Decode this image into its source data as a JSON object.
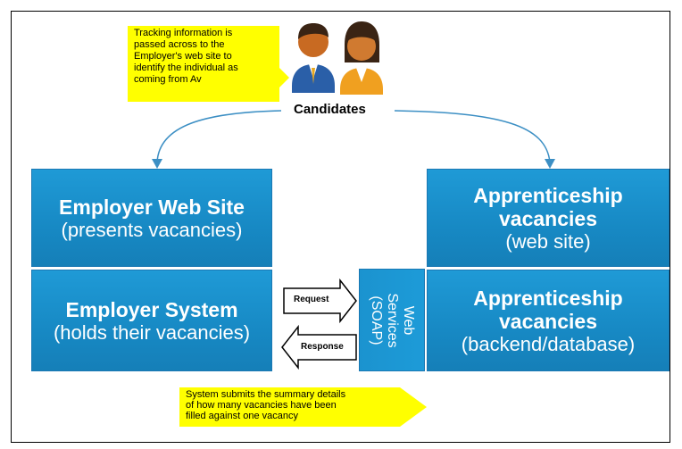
{
  "notes": {
    "tracking": [
      "Tracking information is",
      "passed across to the",
      "Employer's web site to",
      "identify the individual  as",
      "coming from Av"
    ],
    "summary": [
      "System submits the summary details",
      "of how many vacancies have been",
      "filled against one vacancy"
    ]
  },
  "candidates": "Candidates",
  "boxes": {
    "employer_web": {
      "title": "Employer Web Site",
      "subtitle": "(presents vacancies)"
    },
    "employer_system": {
      "title": "Employer System",
      "subtitle": "(holds their vacancies)"
    },
    "appr_web": {
      "title_1": "Apprenticeship",
      "title_2": "vacancies",
      "subtitle": "(web site)"
    },
    "appr_backend": {
      "title_1": "Apprenticeship",
      "title_2": "vacancies",
      "subtitle": "(backend/database)"
    }
  },
  "web_services": {
    "line1": "Web",
    "line2": "Services",
    "line3": "(SOAP)"
  },
  "arrows": {
    "request": "Request",
    "response": "Response"
  },
  "colors": {
    "box_blue": "#1a8fcd",
    "note_yellow": "#ffff00",
    "connector": "#3c8fc4"
  },
  "icons": [
    "person-male-icon",
    "person-female-icon"
  ]
}
